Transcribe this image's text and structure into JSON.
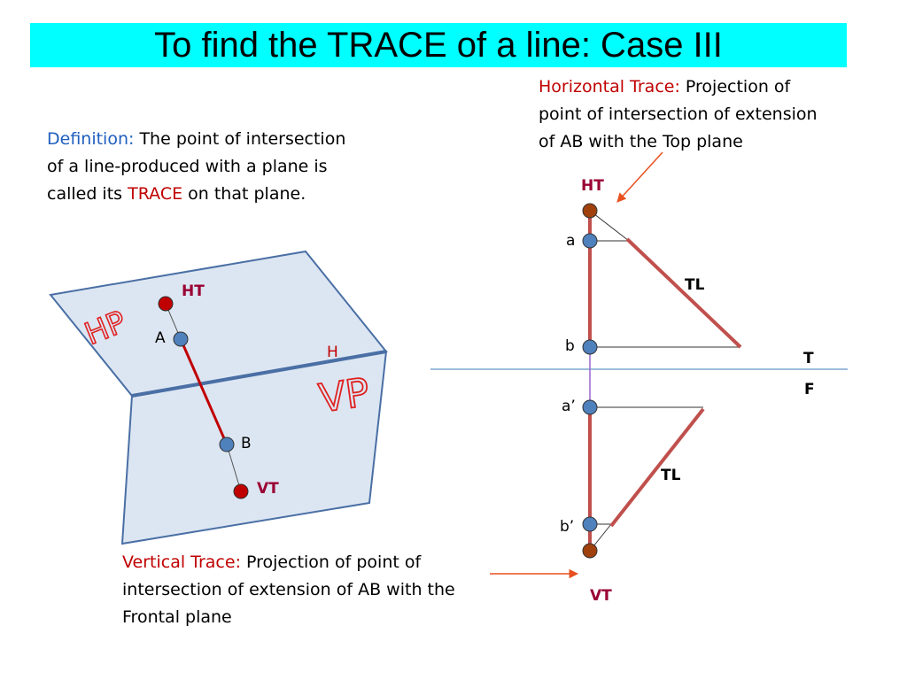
{
  "title": "To find the TRACE of a line: Case III",
  "definition": {
    "label": "Definition:",
    "line1": "The point of intersection",
    "line2": "of a line-produced with a plane is",
    "line3_prefix": "called its",
    "highlight": "TRACE",
    "line3_suffix": "on that plane."
  },
  "horizontal_trace": {
    "label": "Horizontal Trace:",
    "line1": "Projection of",
    "line2": "point of intersection of extension",
    "line3": "of AB with the Top plane"
  },
  "vertical_trace": {
    "label": "Vertical Trace:",
    "line1": "Projection of point of",
    "line2": "intersection of extension of AB with the",
    "line3": "Frontal plane"
  },
  "pictorial": {
    "hp_label": "HP",
    "vp_label": "VP",
    "h_label": "H",
    "ht_label": "HT",
    "vt_label": "VT",
    "a_label": "A",
    "b_label": "B"
  },
  "orthographic": {
    "ht_label": "HT",
    "vt_label": "VT",
    "a_label": "a",
    "b_label": "b",
    "a_prime_label": "a’",
    "b_prime_label": "b’",
    "tl_top_label": "TL",
    "tl_front_label": "TL",
    "t_label": "T",
    "f_label": "F"
  },
  "colors": {
    "title_bg": "#00ffff",
    "plane_fill": "#dce6f2",
    "plane_stroke": "#4a6fa5",
    "line_red": "#c0504d",
    "point_blue": "#4f81bd",
    "point_red": "#c00000",
    "point_brown": "#a0410d",
    "label_maroon": "#990033"
  }
}
